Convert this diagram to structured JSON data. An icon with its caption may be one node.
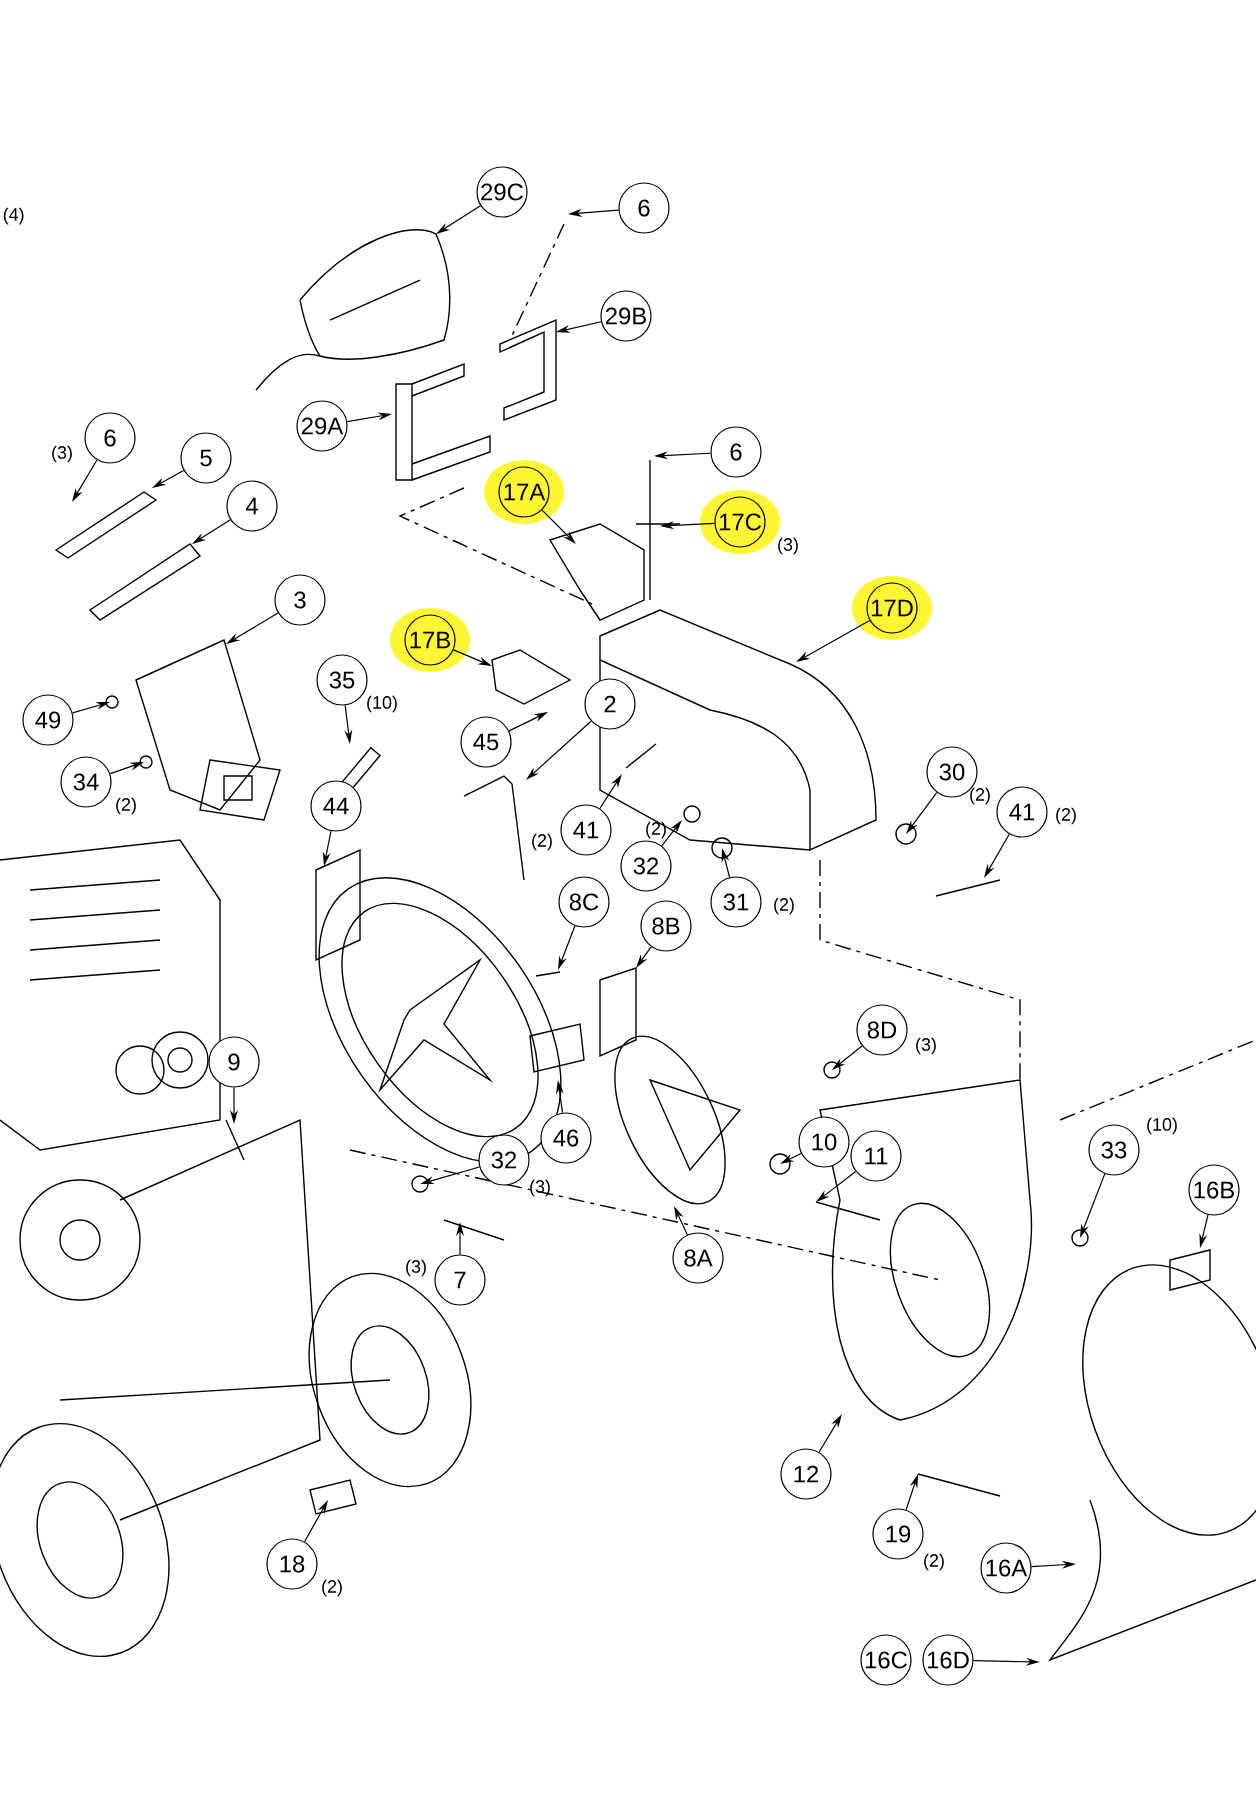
{
  "diagram": {
    "nodes": [
      {
        "text": [
          "29C"
        ]
      },
      {
        "text": [
          "6"
        ]
      },
      {
        "text": [
          "29B"
        ]
      },
      {
        "text": [
          "29A"
        ]
      },
      {
        "text": [
          "17A"
        ]
      },
      {
        "text": [
          "6"
        ]
      },
      {
        "text": [
          "17C"
        ],
        "beside": [
          "(3)"
        ]
      },
      {
        "text": [
          "6"
        ],
        "beside": [
          "(3)"
        ]
      },
      {
        "text": [
          "5"
        ]
      },
      {
        "text": [
          "4"
        ]
      },
      {
        "text": [
          "3"
        ]
      },
      {
        "text": [
          "17D"
        ]
      },
      {
        "text": [
          "17B"
        ]
      },
      {
        "text": [
          "49"
        ]
      },
      {
        "text": [
          "35"
        ],
        "beside": [
          "(10)"
        ]
      },
      {
        "text": [
          "45"
        ]
      },
      {
        "text": [
          "2"
        ]
      },
      {
        "text": [
          "34"
        ],
        "beside": [
          "(2)"
        ]
      },
      {
        "text": [
          "44"
        ]
      },
      {
        "text": [
          "41"
        ],
        "beside": [
          "(2)"
        ]
      },
      {
        "text": [
          "32"
        ],
        "beside": [
          "(2)"
        ]
      },
      {
        "text": [
          "31"
        ],
        "beside": [
          "(2)"
        ]
      },
      {
        "text": [
          "30"
        ],
        "beside": [
          "(2)"
        ]
      },
      {
        "text": [
          "41"
        ],
        "beside": [
          "(2)"
        ]
      },
      {
        "text": [
          "8C"
        ]
      },
      {
        "text": [
          "8B"
        ]
      },
      {
        "text": [
          "8D"
        ],
        "beside": [
          "(3)"
        ]
      },
      {
        "text": [
          "9"
        ]
      },
      {
        "text": [
          "46"
        ]
      },
      {
        "text": [
          "10"
        ]
      },
      {
        "text": [
          "11"
        ]
      },
      {
        "text": [
          "33"
        ],
        "beside": [
          "(10)"
        ]
      },
      {
        "text": [
          "16B"
        ]
      },
      {
        "text": [
          "32"
        ],
        "beside": [
          "(3)"
        ]
      },
      {
        "text": [
          "7"
        ],
        "beside": [
          "(3)"
        ]
      },
      {
        "text": [
          "8A"
        ]
      },
      {
        "text": [
          "12"
        ]
      },
      {
        "text": [
          "19"
        ],
        "beside": [
          "(2)"
        ]
      },
      {
        "text": [
          "18"
        ],
        "beside": [
          "(2)"
        ]
      },
      {
        "text": [
          "16A"
        ]
      },
      {
        "text": [
          "16C"
        ]
      },
      {
        "text": [
          "16D"
        ]
      }
    ],
    "edges": [
      {
        "from": 0,
        "to": null,
        "arrow": "to"
      },
      {
        "from": 1,
        "to": null,
        "arrow": "to"
      },
      {
        "from": 2,
        "to": null,
        "arrow": "to"
      },
      {
        "from": 3,
        "to": null,
        "arrow": "to"
      },
      {
        "from": 4,
        "to": null,
        "arrow": "to"
      },
      {
        "from": 5,
        "to": null,
        "arrow": "to"
      },
      {
        "from": 6,
        "to": null,
        "arrow": "to"
      },
      {
        "from": 7,
        "to": null,
        "arrow": "to"
      },
      {
        "from": 8,
        "to": null,
        "arrow": "to"
      },
      {
        "from": 9,
        "to": null,
        "arrow": "to"
      },
      {
        "from": 10,
        "to": null,
        "arrow": "to"
      },
      {
        "from": 11,
        "to": null,
        "arrow": "to"
      },
      {
        "from": 12,
        "to": null,
        "arrow": "to"
      },
      {
        "from": 13,
        "to": null,
        "arrow": "to"
      },
      {
        "from": 14,
        "to": null,
        "arrow": "to"
      },
      {
        "from": 15,
        "to": null,
        "arrow": "to"
      },
      {
        "from": 16,
        "to": null,
        "arrow": "to"
      },
      {
        "from": 17,
        "to": null,
        "arrow": "to"
      },
      {
        "from": 18,
        "to": null,
        "arrow": "to"
      },
      {
        "from": 19,
        "to": null,
        "arrow": "to"
      },
      {
        "from": 20,
        "to": null,
        "arrow": "to"
      },
      {
        "from": 21,
        "to": null,
        "arrow": "to"
      },
      {
        "from": 22,
        "to": null,
        "arrow": "to"
      },
      {
        "from": 23,
        "to": null,
        "arrow": "to"
      },
      {
        "from": 24,
        "to": null,
        "arrow": "to"
      },
      {
        "from": 25,
        "to": null,
        "arrow": "to"
      },
      {
        "from": 26,
        "to": null,
        "arrow": "to"
      },
      {
        "from": 27,
        "to": null,
        "arrow": "to"
      },
      {
        "from": 28,
        "to": null,
        "arrow": "to"
      },
      {
        "from": 29,
        "to": null,
        "arrow": "to"
      },
      {
        "from": 30,
        "to": null,
        "arrow": "to"
      },
      {
        "from": 31,
        "to": null,
        "arrow": "to"
      },
      {
        "from": 32,
        "to": null,
        "arrow": "to"
      },
      {
        "from": 33,
        "to": null,
        "arrow": "to"
      },
      {
        "from": 34,
        "to": null,
        "arrow": "to"
      },
      {
        "from": 35,
        "to": null,
        "arrow": "to"
      },
      {
        "from": 36,
        "to": null,
        "arrow": "to"
      },
      {
        "from": 37,
        "to": null,
        "arrow": "to"
      },
      {
        "from": 38,
        "to": null,
        "arrow": "to"
      },
      {
        "from": 39,
        "to": null,
        "arrow": "to"
      },
      {
        "from": 41,
        "to": null,
        "arrow": "to"
      }
    ],
    "labels": [
      "(4)"
    ]
  }
}
